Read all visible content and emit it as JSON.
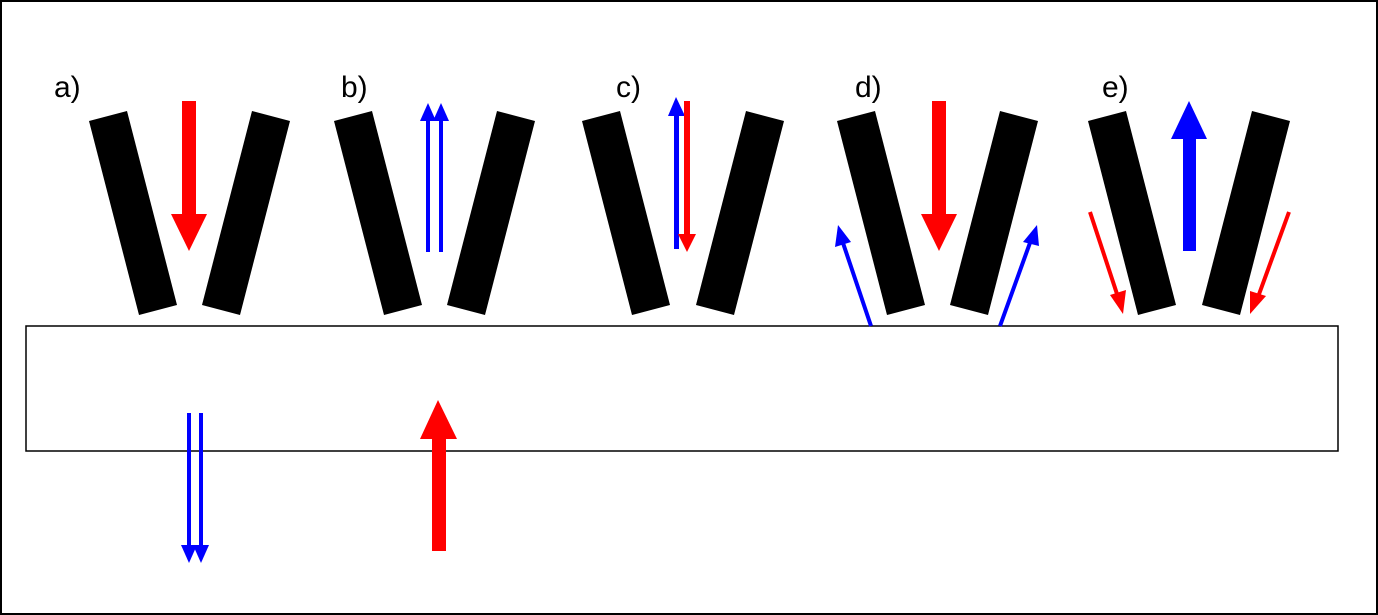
{
  "colors": {
    "background": "#ffffff",
    "frame": "#000000",
    "plate": "#000000",
    "red_arrow": "#ff0000",
    "blue_arrow": "#0000ff"
  },
  "panels": [
    {
      "id": "a",
      "label": "a)"
    },
    {
      "id": "b",
      "label": "b)"
    },
    {
      "id": "c",
      "label": "c)"
    },
    {
      "id": "d",
      "label": "d)"
    },
    {
      "id": "e",
      "label": "e)"
    }
  ],
  "arrows": {
    "panel_a": [
      "red-down-thick"
    ],
    "panel_b": [
      "blue-up-double"
    ],
    "panel_c": [
      "blue-up-thin",
      "red-down-thin"
    ],
    "panel_d": [
      "red-down-thick",
      "blue-up-diagonal-left",
      "blue-up-diagonal-right"
    ],
    "panel_e": [
      "blue-up-thick",
      "red-down-diagonal-left",
      "red-down-diagonal-right"
    ],
    "below_substrate": [
      "blue-down-double",
      "red-up-thick"
    ]
  }
}
